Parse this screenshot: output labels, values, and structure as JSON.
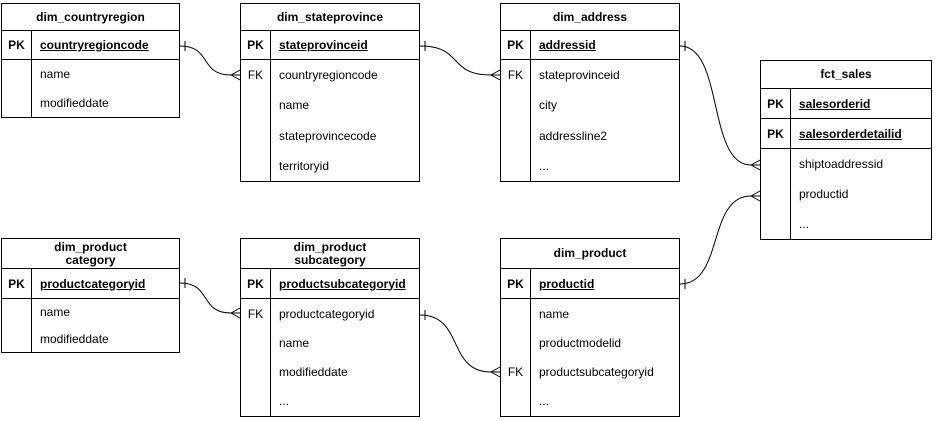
{
  "colors": {
    "line": "#000000",
    "background": "#ffffff",
    "text": "#000000"
  },
  "tables": [
    {
      "id": "dim_countryregion",
      "title_lines": [
        "dim_countryregion"
      ],
      "key_rows": [
        {
          "label": "PK",
          "field": "countryregioncode"
        }
      ],
      "attr_rows": [
        {
          "label": "",
          "field": "name"
        },
        {
          "label": "",
          "field": "modifieddate"
        }
      ]
    },
    {
      "id": "dim_stateprovince",
      "title_lines": [
        "dim_stateprovince"
      ],
      "key_rows": [
        {
          "label": "PK",
          "field": "stateprovinceid"
        }
      ],
      "attr_rows": [
        {
          "label": "FK",
          "field": "countryregioncode"
        },
        {
          "label": "",
          "field": "name"
        },
        {
          "label": "",
          "field": "stateprovincecode"
        },
        {
          "label": "",
          "field": "territoryid"
        }
      ]
    },
    {
      "id": "dim_address",
      "title_lines": [
        "dim_address"
      ],
      "key_rows": [
        {
          "label": "PK",
          "field": "addressid"
        }
      ],
      "attr_rows": [
        {
          "label": "FK",
          "field": "stateprovinceid"
        },
        {
          "label": "",
          "field": "city"
        },
        {
          "label": "",
          "field": "addressline2"
        },
        {
          "label": "",
          "field": "..."
        }
      ]
    },
    {
      "id": "fct_sales",
      "title_lines": [
        "fct_sales"
      ],
      "key_rows": [
        {
          "label": "PK",
          "field": "salesorderid"
        },
        {
          "label": "PK",
          "field": "salesorderdetailid"
        }
      ],
      "attr_rows": [
        {
          "label": "",
          "field": "shiptoaddressid"
        },
        {
          "label": "",
          "field": "productid"
        },
        {
          "label": "",
          "field": "..."
        }
      ]
    },
    {
      "id": "dim_productcategory",
      "title_lines": [
        "dim_product",
        "category"
      ],
      "key_rows": [
        {
          "label": "PK",
          "field": "productcategoryid"
        }
      ],
      "attr_rows": [
        {
          "label": "",
          "field": "name"
        },
        {
          "label": "",
          "field": "modifieddate"
        }
      ]
    },
    {
      "id": "dim_productsubcategory",
      "title_lines": [
        "dim_product",
        "subcategory"
      ],
      "key_rows": [
        {
          "label": "PK",
          "field": "productsubcategoryid"
        }
      ],
      "attr_rows": [
        {
          "label": "FK",
          "field": "productcategoryid"
        },
        {
          "label": "",
          "field": "name"
        },
        {
          "label": "",
          "field": "modifieddate"
        },
        {
          "label": "",
          "field": "..."
        }
      ]
    },
    {
      "id": "dim_product",
      "title_lines": [
        "dim_product"
      ],
      "key_rows": [
        {
          "label": "PK",
          "field": "productid"
        }
      ],
      "attr_rows": [
        {
          "label": "",
          "field": "name"
        },
        {
          "label": "",
          "field": "productmodelid"
        },
        {
          "label": "FK",
          "field": "productsubcategoryid"
        },
        {
          "label": "",
          "field": "..."
        }
      ]
    }
  ],
  "relationships": [
    {
      "from_table": "dim_countryregion",
      "from_field": "countryregioncode",
      "to_table": "dim_stateprovince",
      "to_field": "countryregioncode",
      "cardinality": "one-to-many"
    },
    {
      "from_table": "dim_stateprovince",
      "from_field": "stateprovinceid",
      "to_table": "dim_address",
      "to_field": "stateprovinceid",
      "cardinality": "one-to-many"
    },
    {
      "from_table": "dim_address",
      "from_field": "addressid",
      "to_table": "fct_sales",
      "to_field": "shiptoaddressid",
      "cardinality": "one-to-many"
    },
    {
      "from_table": "dim_product",
      "from_field": "productid",
      "to_table": "fct_sales",
      "to_field": "productid",
      "cardinality": "one-to-many"
    },
    {
      "from_table": "dim_productcategory",
      "from_field": "productcategoryid",
      "to_table": "dim_productsubcategory",
      "to_field": "productcategoryid",
      "cardinality": "one-to-many"
    },
    {
      "from_table": "dim_productsubcategory",
      "from_field": "productsubcategoryid",
      "to_table": "dim_product",
      "to_field": "productsubcategoryid",
      "cardinality": "one-to-many"
    }
  ]
}
